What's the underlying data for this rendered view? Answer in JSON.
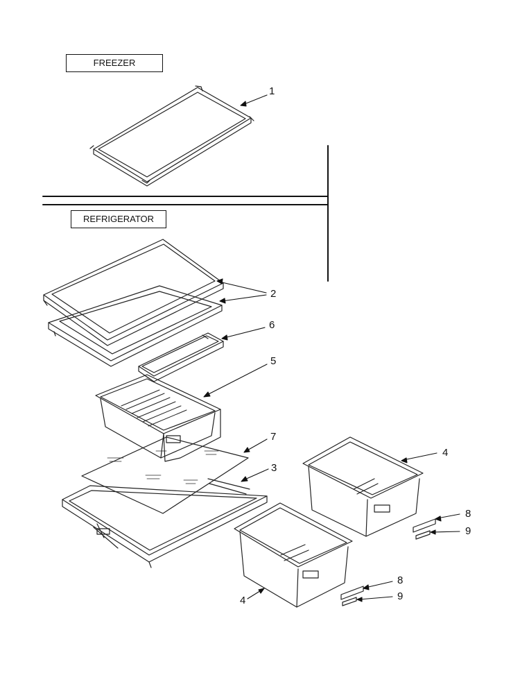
{
  "sections": {
    "freezer": "FREEZER",
    "refrigerator": "REFRIGERATOR"
  },
  "callouts": {
    "c1": "1",
    "c2": "2",
    "c6": "6",
    "c5": "5",
    "c7": "7",
    "c3": "3",
    "c4a": "4",
    "c8a": "8",
    "c9a": "9",
    "c8b": "8",
    "c9b": "9",
    "c4b": "4"
  }
}
